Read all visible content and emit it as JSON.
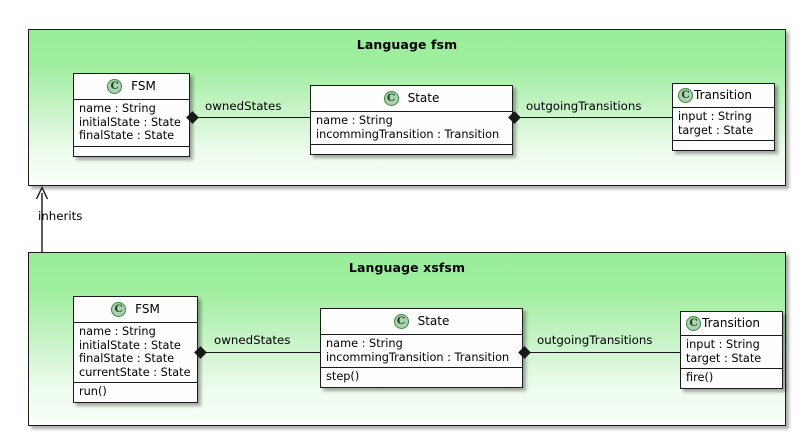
{
  "diagram": {
    "type": "uml-class-diagram",
    "packages": [
      {
        "id": "pkg-fsm",
        "title": "Language fsm",
        "classes": [
          {
            "id": "fsm-class-fsm",
            "name": "FSM",
            "icon": "class-icon-C",
            "icon_letter": "C",
            "attributes": [
              "name : String",
              "initialState : State",
              "finalState : State"
            ],
            "operations": []
          },
          {
            "id": "fsm-class-state",
            "name": "State",
            "icon": "class-icon-C",
            "icon_letter": "C",
            "attributes": [
              "name : String",
              "incommingTransition : Transition"
            ],
            "operations": []
          },
          {
            "id": "fsm-class-transition",
            "name": "Transition",
            "icon": "class-icon-C",
            "icon_letter": "C",
            "attributes": [
              "input : String",
              "target : State"
            ],
            "operations": []
          }
        ],
        "associations": [
          {
            "id": "fsm-owned-states",
            "label": "ownedStates",
            "from": "FSM",
            "to": "State",
            "kind": "composition"
          },
          {
            "id": "fsm-outgoing-transitions",
            "label": "outgoingTransitions",
            "from": "State",
            "to": "Transition",
            "kind": "composition"
          }
        ]
      },
      {
        "id": "pkg-xsfsm",
        "title": "Language xsfsm",
        "classes": [
          {
            "id": "xsfsm-class-fsm",
            "name": "FSM",
            "icon": "class-icon-C",
            "icon_letter": "C",
            "attributes": [
              "name : String",
              "initialState : State",
              "finalState : State",
              "currentState : State"
            ],
            "operations": [
              "run()"
            ]
          },
          {
            "id": "xsfsm-class-state",
            "name": "State",
            "icon": "class-icon-C",
            "icon_letter": "C",
            "attributes": [
              "name : String",
              "incommingTransition : Transition"
            ],
            "operations": [
              "step()"
            ]
          },
          {
            "id": "xsfsm-class-transition",
            "name": "Transition",
            "icon": "class-icon-C",
            "icon_letter": "C",
            "attributes": [
              "input : String",
              "target : State"
            ],
            "operations": [
              "fire()"
            ]
          }
        ],
        "associations": [
          {
            "id": "xsfsm-owned-states",
            "label": "ownedStates",
            "from": "FSM",
            "to": "State",
            "kind": "composition"
          },
          {
            "id": "xsfsm-outgoing-transitions",
            "label": "outgoingTransitions",
            "from": "State",
            "to": "Transition",
            "kind": "composition"
          }
        ]
      }
    ],
    "package_relation": {
      "id": "inherits-relation",
      "label": "inherits",
      "from": "Language xsfsm",
      "to": "Language fsm",
      "arrow": "open-arrow-up"
    },
    "colors": {
      "package_fill_top": "#99ED99",
      "package_fill_bottom": "#F7FEF7",
      "class_fill": "#FEFEFE",
      "line": "#181818",
      "icon_fill": "#ADD1B2",
      "icon_border": "#328A37"
    }
  }
}
